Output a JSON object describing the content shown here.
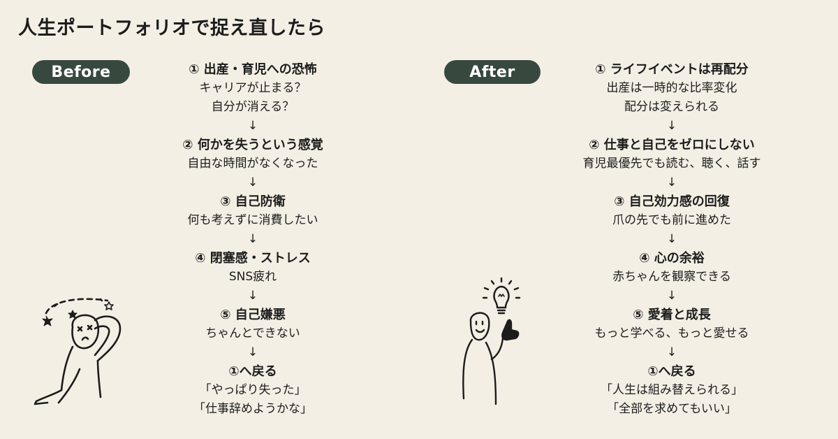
{
  "title": "人生ポートフォリオで捉え直したら",
  "before": {
    "label": "Before",
    "steps": [
      {
        "title": "① 出産・育児への恐怖",
        "lines": [
          "キャリアが止まる？",
          "自分が消える？"
        ]
      },
      {
        "title": "② 何かを失うという感覚",
        "lines": [
          "自由な時間がなくなった"
        ]
      },
      {
        "title": "③ 自己防衛",
        "lines": [
          "何も考えずに消費したい"
        ]
      },
      {
        "title": "④ 閉塞感・ストレス",
        "lines": [
          "SNS疲れ"
        ]
      },
      {
        "title": "⑤ 自己嫌悪",
        "lines": [
          "ちゃんとできない"
        ]
      },
      {
        "title": "①へ戻る",
        "lines": [
          "「やっぱり失った」",
          "「仕事辞めようかな」"
        ]
      }
    ]
  },
  "after": {
    "label": "After",
    "steps": [
      {
        "title": "① ライフイベントは再配分",
        "lines": [
          "出産は一時的な比率変化",
          "配分は変えられる"
        ]
      },
      {
        "title": "② 仕事と自己をゼロにしない",
        "lines": [
          "育児最優先でも読む、聴く、話す"
        ]
      },
      {
        "title": "③ 自己効力感の回復",
        "lines": [
          "爪の先でも前に進めた"
        ]
      },
      {
        "title": "④ 心の余裕",
        "lines": [
          "赤ちゃんを観察できる"
        ]
      },
      {
        "title": "⑤ 愛着と成長",
        "lines": [
          "もっと学べる、もっと愛せる"
        ]
      },
      {
        "title": "①へ戻る",
        "lines": [
          "「人生は組み替えられる」",
          "「全部を求めてもいい」"
        ]
      }
    ]
  },
  "arrow_glyph": "↓",
  "icons": {
    "before_figure": "dizzy-person-icon",
    "after_figure": "idea-person-icon"
  },
  "colors": {
    "background": "#f4efe4",
    "pill": "#37493f",
    "text": "#1c1c1c"
  }
}
